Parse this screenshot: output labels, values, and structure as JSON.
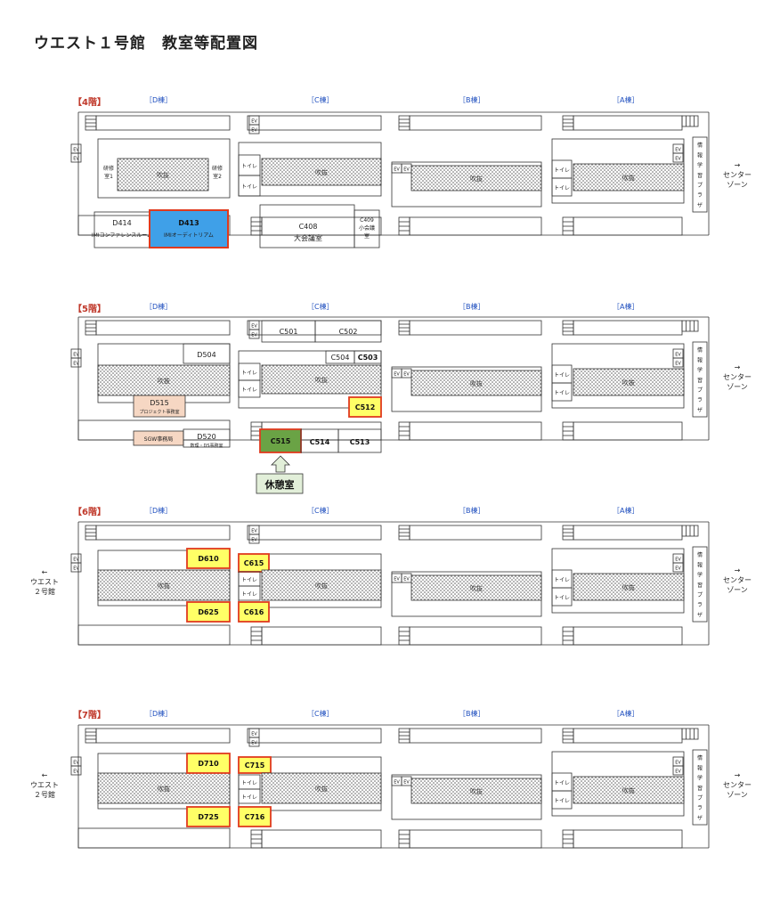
{
  "title": "ウエスト１号館　教室等配置図",
  "wings": [
    "［D棟］",
    "［C棟］",
    "［B棟］",
    "［A棟］"
  ],
  "common": {
    "ev": "EV",
    "toilet": "トイレ",
    "fukinuke": "吹抜",
    "joho": "情報学習プラザ",
    "center_arrow": "→",
    "center_line1": "センター",
    "center_line2": "ゾーン",
    "west_arrow": "←",
    "west_line1": "ウエスト",
    "west_line2": "２号館"
  },
  "floors": {
    "f4": {
      "label": "【4階】",
      "kenshu1_l1": "研修",
      "kenshu1_l2": "室1",
      "kenshu2_l1": "研修",
      "kenshu2_l2": "室2",
      "d414": "D414",
      "d414_name": "IMIコンファレンスルーム",
      "d413": "D413",
      "d413_name": "IMIオーディトリアム",
      "c408": "C408",
      "c408_name": "大会議室",
      "c409": "C409",
      "c409_l1": "小会議",
      "c409_l2": "室"
    },
    "f5": {
      "label": "【5階】",
      "d504": "D504",
      "d515": "D515",
      "d515_sub": "プロジェクト事務室",
      "sgw": "SGW事務局",
      "d520": "D520",
      "d520_sub": "数理・DS事務室",
      "c501": "C501",
      "c502": "C502",
      "c504": "C504",
      "c503": "C503",
      "c512": "C512",
      "c515": "C515",
      "c514": "C514",
      "c513": "C513",
      "rest": "休憩室"
    },
    "f6": {
      "label": "【6階】",
      "d610": "D610",
      "d625": "D625",
      "c615": "C615",
      "c616": "C616"
    },
    "f7": {
      "label": "【7階】",
      "d710": "D710",
      "d725": "D725",
      "c715": "C715",
      "c716": "C716"
    }
  },
  "colors": {
    "highlight_yellow": "#ffff66",
    "highlight_border": "#e03a1e",
    "auditorium_blue": "#3fa0e8",
    "rest_green": "#6aa345",
    "sgw_pink": "#f6d7c3",
    "rest_label_bg": "#e2efd9"
  }
}
